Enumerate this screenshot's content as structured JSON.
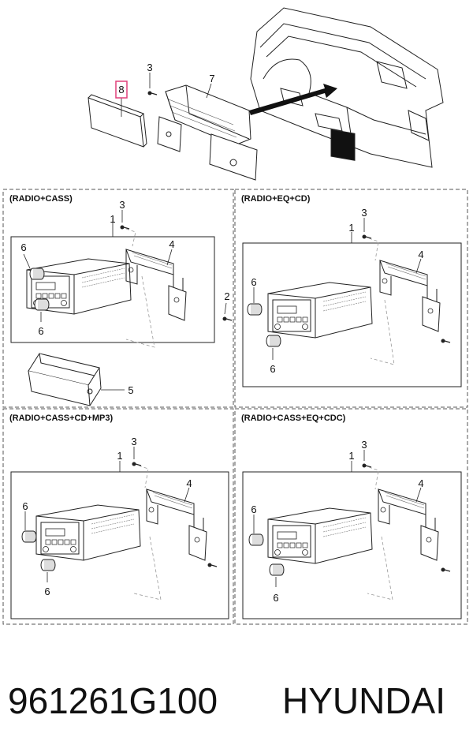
{
  "top_callouts": {
    "cover": "8",
    "screw": "3",
    "bracket": "7"
  },
  "panels": [
    {
      "title": "(RADIO+CASS)",
      "callouts": [
        "1",
        "3",
        "4",
        "6",
        "6",
        "2",
        "5"
      ]
    },
    {
      "title": "(RADIO+EQ+CD)",
      "callouts": [
        "1",
        "3",
        "4",
        "6",
        "6"
      ]
    },
    {
      "title": "(RADIO+CASS+CD+MP3)",
      "callouts": [
        "1",
        "3",
        "4",
        "6",
        "6"
      ]
    },
    {
      "title": "(RADIO+CASS+EQ+CDC)",
      "callouts": [
        "1",
        "3",
        "4",
        "6",
        "6"
      ]
    }
  ],
  "footer": {
    "part_number": "961261G100",
    "brand": "HYUNDAI"
  },
  "colors": {
    "highlight": "#e0407a",
    "line": "#222222",
    "dash": "#999999"
  }
}
